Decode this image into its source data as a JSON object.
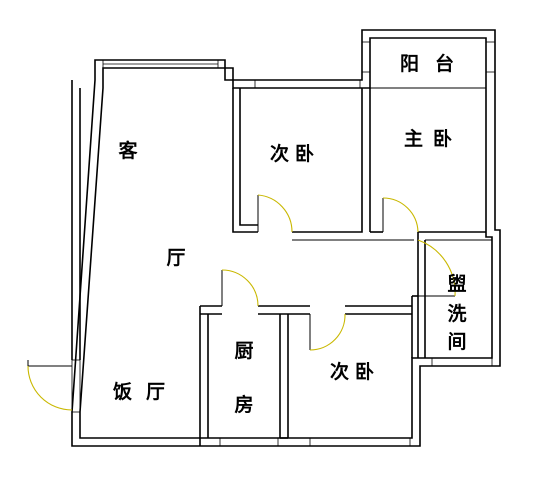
{
  "rooms": {
    "living_left": "客",
    "living_right": "厅",
    "bedroom2_top": "次卧",
    "balcony": "阳台",
    "master": "主卧",
    "bath": [
      "盥",
      "洗",
      "间"
    ],
    "kitchen": [
      "厨",
      "房"
    ],
    "dining": "饭厅",
    "bedroom3": "次卧"
  },
  "colors": {
    "wall": "#000000",
    "door_arc": "#c9b800",
    "background": "#ffffff"
  }
}
